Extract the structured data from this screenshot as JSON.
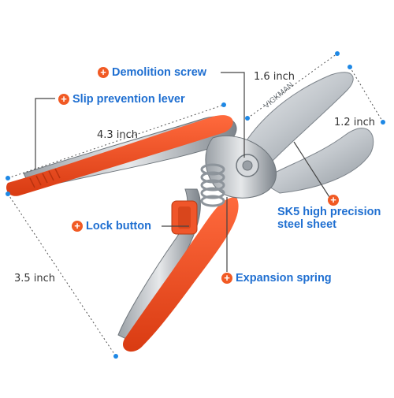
{
  "brand_text": "VICKMAN",
  "callouts": {
    "demolition_screw": "Demolition screw",
    "slip_lever": "Slip prevention lever",
    "lock_button": "Lock button",
    "expansion_spring": "Expansion spring",
    "steel_line1": "SK5 high precision",
    "steel_line2": "steel sheet",
    "plus_symbol": "+"
  },
  "dimensions": {
    "blade_width": "1.6 inch",
    "blade_height": "1.2 inch",
    "handle_length": "4.3 inch",
    "handle_span": "3.5 inch"
  },
  "colors": {
    "handle": "#f24e1e",
    "callout_text": "#1f6fd1",
    "plus_badge": "#f15a24",
    "blade": "#c9cdd2",
    "dim_dot": "#1e88e5"
  }
}
